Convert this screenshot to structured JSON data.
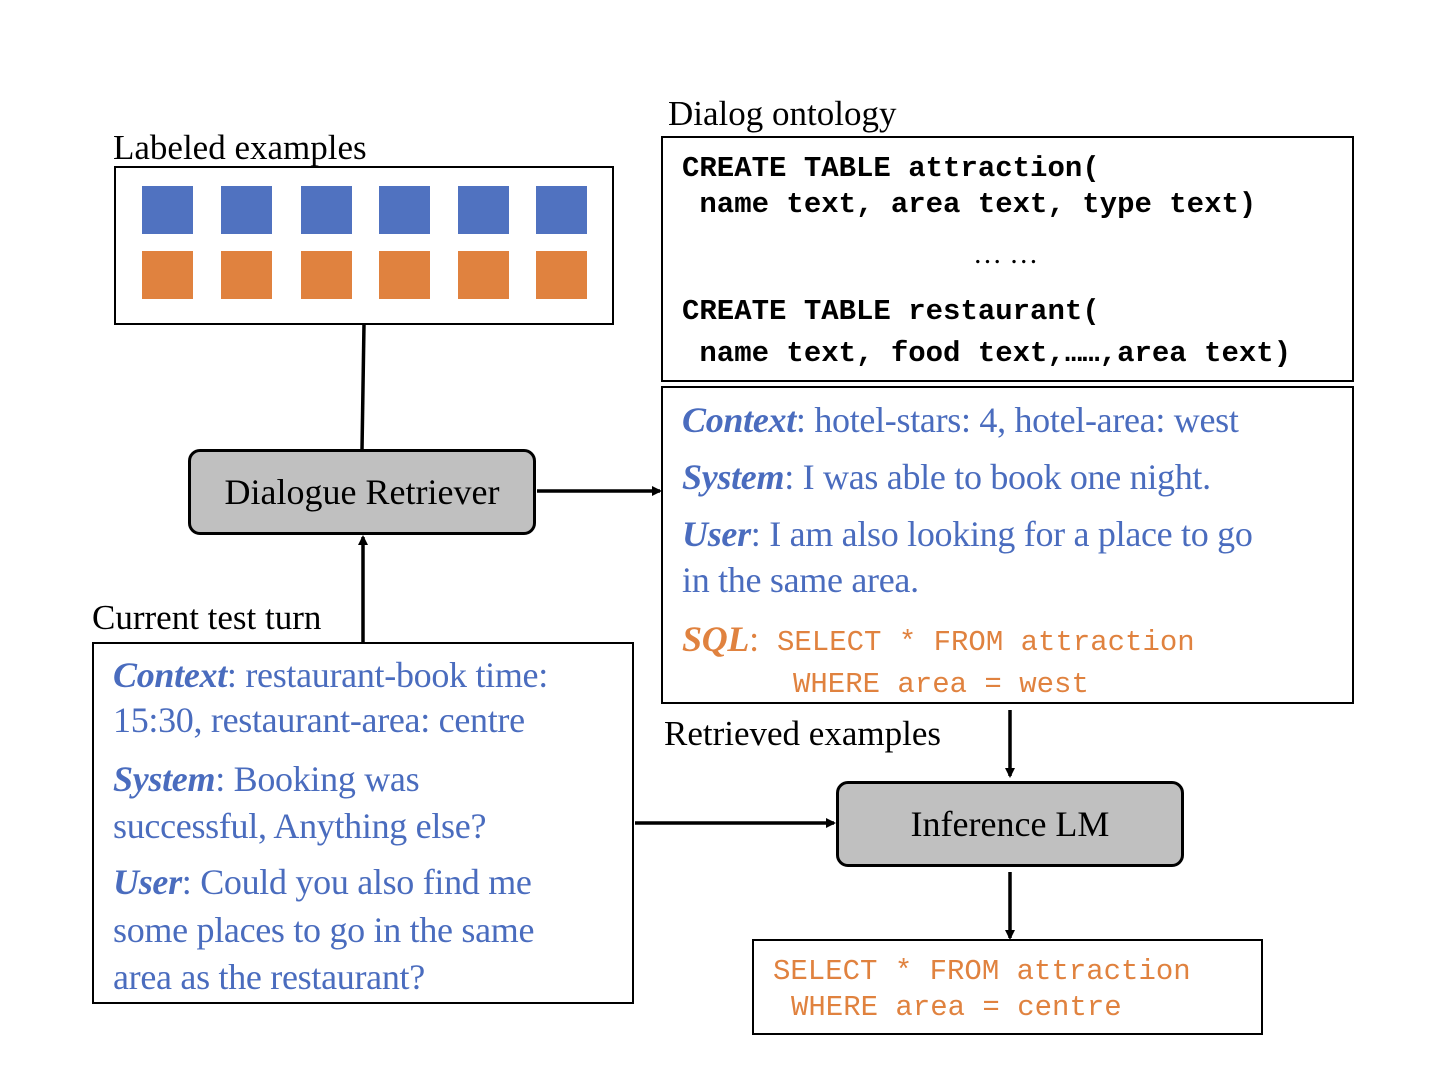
{
  "colors": {
    "example_blue": "#5072C0",
    "example_orange": "#E0823F",
    "dialog_text": "#4A6CBE",
    "sql_text": "#E0823F",
    "node_fill": "#C0C0C0"
  },
  "labeled_examples": {
    "title": "Labeled examples",
    "blue_count": 6,
    "orange_count": 6
  },
  "dialog_ontology": {
    "title": "Dialog ontology",
    "lines": [
      "CREATE TABLE attraction(",
      " name text, area text, type text)",
      "… …",
      "CREATE TABLE restaurant(",
      " name text, food text,……,area text)"
    ]
  },
  "retriever": {
    "label": "Dialogue Retriever"
  },
  "retrieved_example": {
    "context_key": "Context",
    "context_text": ": hotel-stars: 4, hotel-area: west",
    "system_key": "System",
    "system_text": ": I was able to book one night.",
    "user_key": "User",
    "user_text_1": ": I am also looking for a place to go",
    "user_text_2": "in the same area.",
    "sql_key": "SQL",
    "sql_colon": ":",
    "sql_line_1": "SELECT * FROM attraction",
    "sql_line_2": "WHERE area = west"
  },
  "retrieved_label": "Retrieved examples",
  "inference": {
    "label": "Inference LM"
  },
  "output": {
    "sql_line_1": "SELECT * FROM attraction",
    "sql_line_2": "WHERE area = centre"
  },
  "current_turn": {
    "title": "Current test turn",
    "context_key": "Context",
    "context_text_1": ": restaurant-book time:",
    "context_text_2": "15:30, restaurant-area: centre",
    "system_key": "System",
    "system_text_1": ": Booking was",
    "system_text_2": "successful, Anything else?",
    "user_key": "User",
    "user_text_1": ": Could you also find me",
    "user_text_2": "some places to go in the same",
    "user_text_3": "area as the restaurant?"
  }
}
